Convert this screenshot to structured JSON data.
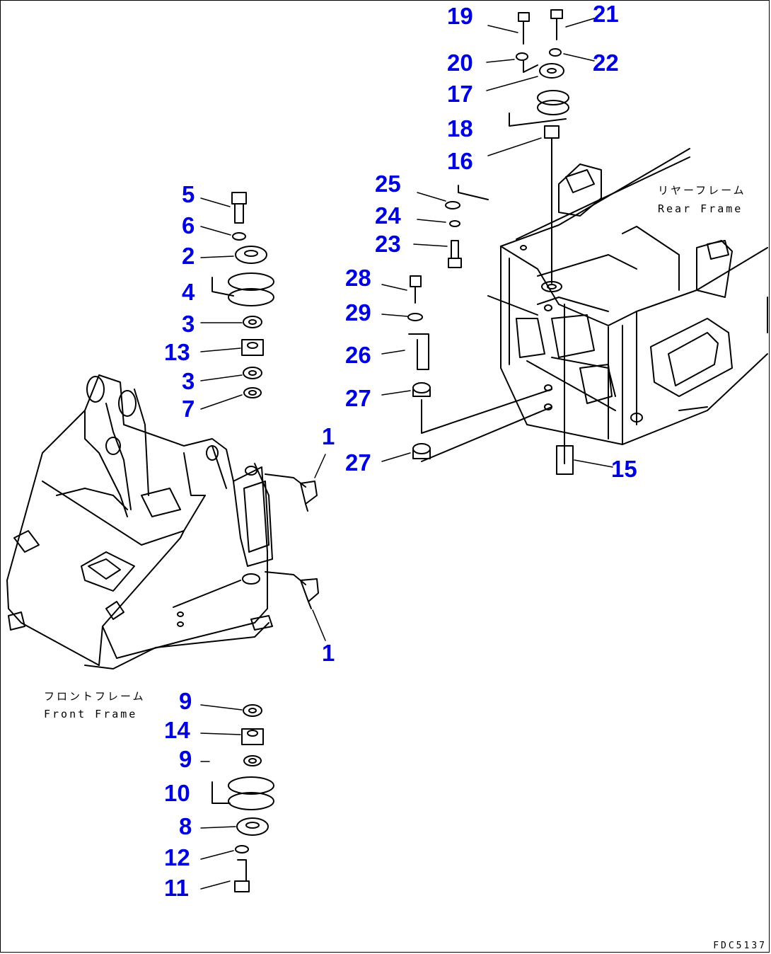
{
  "labels": {
    "rear_frame_jp": "リヤーフレーム",
    "rear_frame_en": "Rear Frame",
    "front_frame_jp": "フロントフレーム",
    "front_frame_en": "Front Frame"
  },
  "doc_code": "FDC5137",
  "callouts": [
    "19",
    "21",
    "20",
    "22",
    "17",
    "18",
    "16",
    "25",
    "24",
    "23",
    "28",
    "29",
    "26",
    "27",
    "27",
    "15",
    "5",
    "6",
    "2",
    "4",
    "3",
    "13",
    "3",
    "7",
    "1",
    "1",
    "9",
    "14",
    "9",
    "10",
    "8",
    "12",
    "11"
  ],
  "colors": {
    "callout": "#0000dd",
    "line": "#000000"
  }
}
